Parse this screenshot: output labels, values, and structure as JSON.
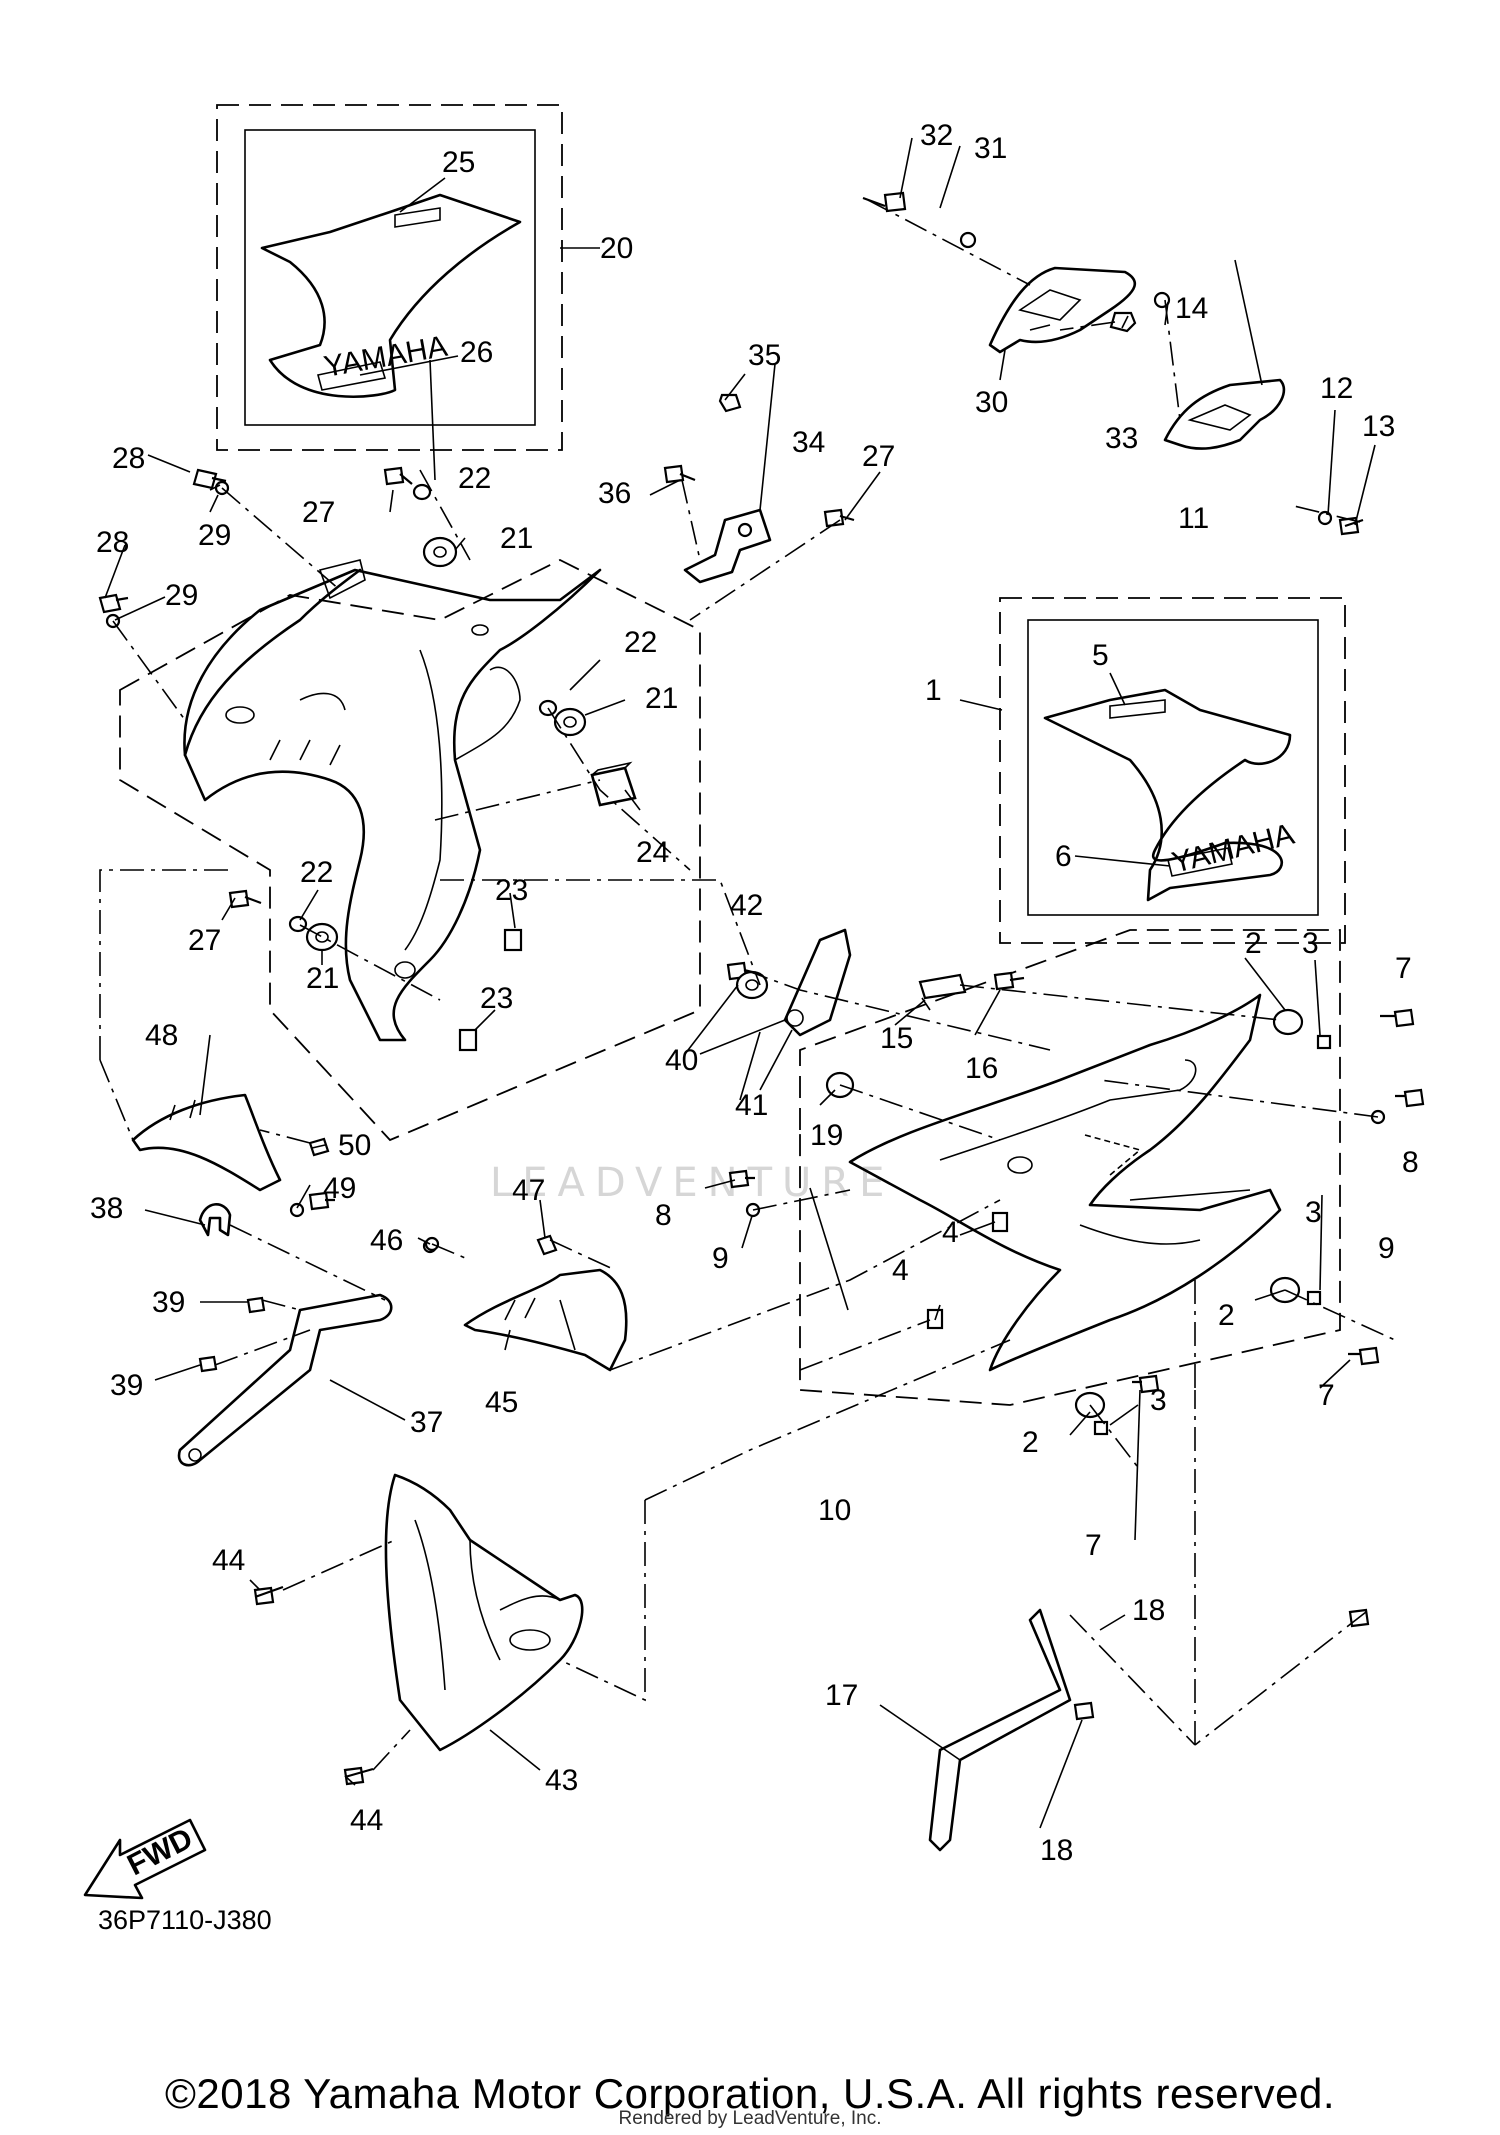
{
  "diagram": {
    "callouts": [
      {
        "id": "1",
        "text": "1"
      },
      {
        "id": "2",
        "text": "2"
      },
      {
        "id": "3",
        "text": "3"
      },
      {
        "id": "4",
        "text": "4"
      },
      {
        "id": "5",
        "text": "5"
      },
      {
        "id": "6",
        "text": "6"
      },
      {
        "id": "7",
        "text": "7"
      },
      {
        "id": "8",
        "text": "8"
      },
      {
        "id": "9",
        "text": "9"
      },
      {
        "id": "10",
        "text": "10"
      },
      {
        "id": "11",
        "text": "11"
      },
      {
        "id": "12",
        "text": "12"
      },
      {
        "id": "13",
        "text": "13"
      },
      {
        "id": "14",
        "text": "14"
      },
      {
        "id": "15",
        "text": "15"
      },
      {
        "id": "16",
        "text": "16"
      },
      {
        "id": "17",
        "text": "17"
      },
      {
        "id": "18",
        "text": "18"
      },
      {
        "id": "19",
        "text": "19"
      },
      {
        "id": "20",
        "text": "20"
      },
      {
        "id": "21",
        "text": "21"
      },
      {
        "id": "22",
        "text": "22"
      },
      {
        "id": "23",
        "text": "23"
      },
      {
        "id": "24",
        "text": "24"
      },
      {
        "id": "25",
        "text": "25"
      },
      {
        "id": "26",
        "text": "26"
      },
      {
        "id": "27",
        "text": "27"
      },
      {
        "id": "28",
        "text": "28"
      },
      {
        "id": "29",
        "text": "29"
      },
      {
        "id": "30",
        "text": "30"
      },
      {
        "id": "31",
        "text": "31"
      },
      {
        "id": "32",
        "text": "32"
      },
      {
        "id": "33",
        "text": "33"
      },
      {
        "id": "34",
        "text": "34"
      },
      {
        "id": "35",
        "text": "35"
      },
      {
        "id": "36",
        "text": "36"
      },
      {
        "id": "37",
        "text": "37"
      },
      {
        "id": "38",
        "text": "38"
      },
      {
        "id": "39",
        "text": "39"
      },
      {
        "id": "40",
        "text": "40"
      },
      {
        "id": "41",
        "text": "41"
      },
      {
        "id": "42",
        "text": "42"
      },
      {
        "id": "43",
        "text": "43"
      },
      {
        "id": "44",
        "text": "44"
      },
      {
        "id": "45",
        "text": "45"
      },
      {
        "id": "46",
        "text": "46"
      },
      {
        "id": "47",
        "text": "47"
      },
      {
        "id": "48",
        "text": "48"
      },
      {
        "id": "49",
        "text": "49"
      },
      {
        "id": "50",
        "text": "50"
      }
    ],
    "decal_brand": "YAMAHA",
    "fwd_label": "FWD",
    "diagram_code": "36P7110-J380"
  },
  "footer": {
    "copyright": "©2018 Yamaha Motor Corporation, U.S.A. All rights reserved.",
    "rendered_by": "Rendered by LeadVenture, Inc.",
    "watermark_logo": "LEADVENTURE"
  }
}
